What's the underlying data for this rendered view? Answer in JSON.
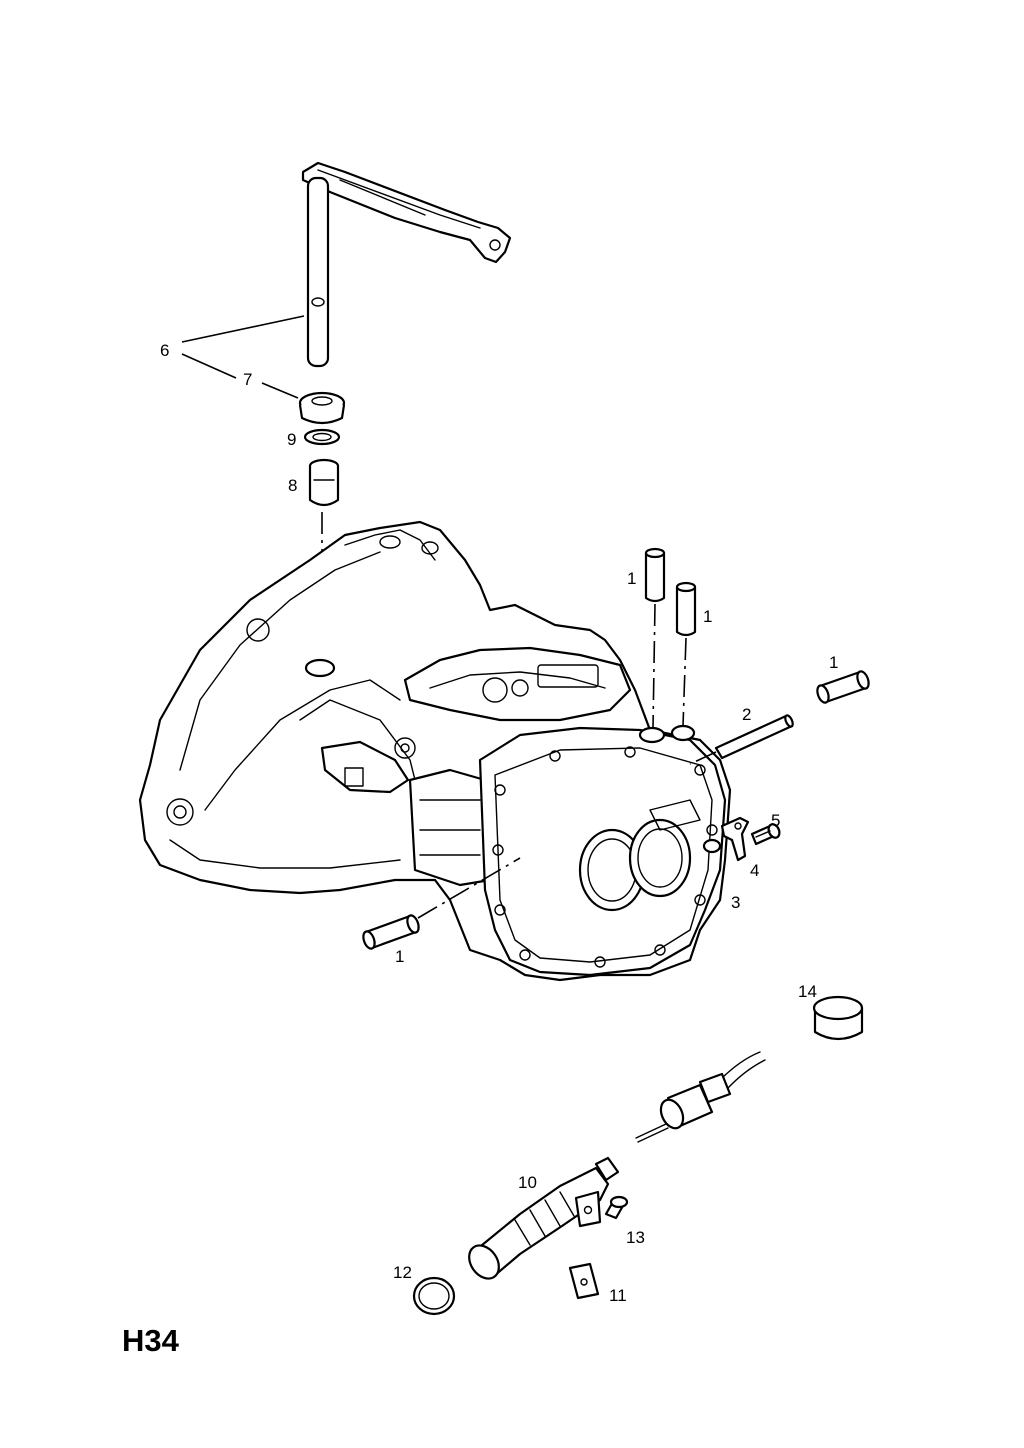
{
  "diagram_code": "H34",
  "callouts": [
    "1",
    "1",
    "1",
    "1",
    "2",
    "3",
    "4",
    "5",
    "6",
    "7",
    "8",
    "9",
    "10",
    "11",
    "12",
    "13",
    "14"
  ]
}
